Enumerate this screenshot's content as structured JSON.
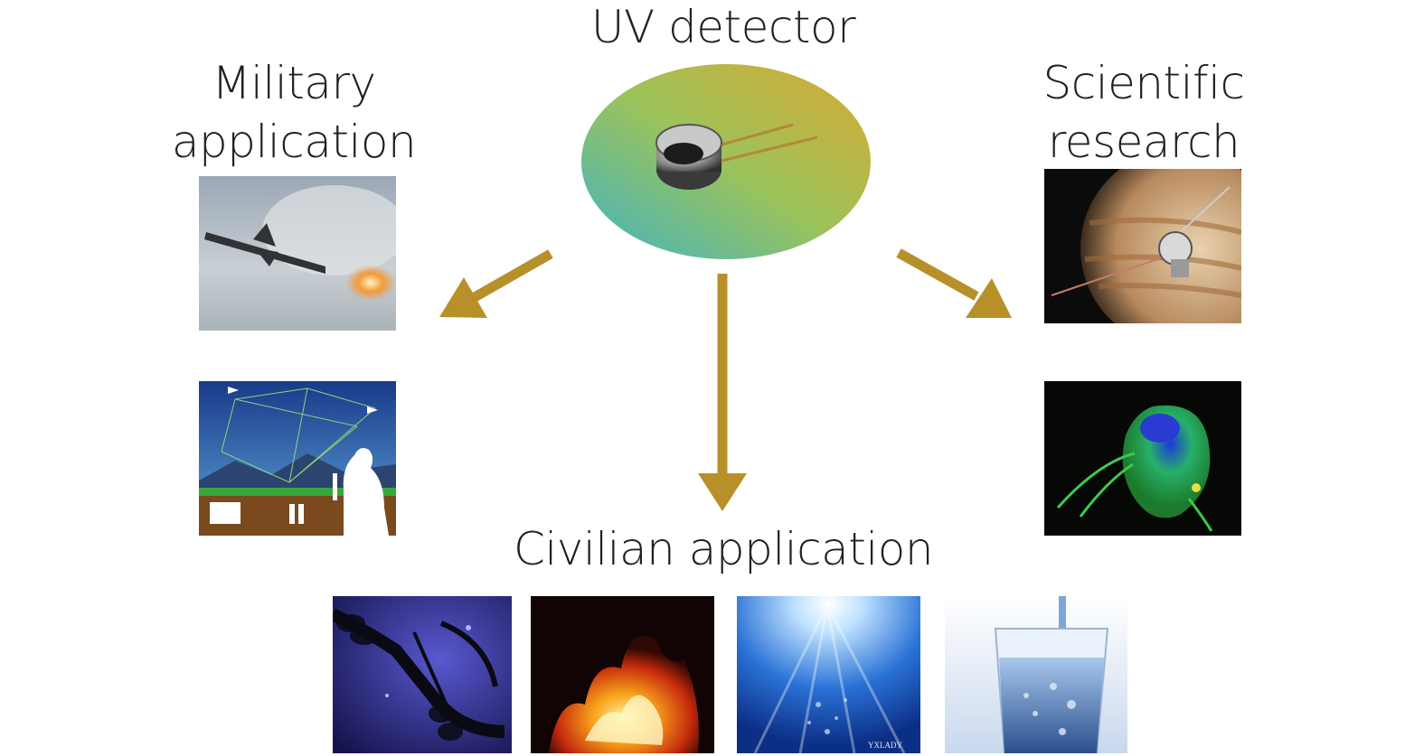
{
  "center": {
    "title": "UV detector"
  },
  "left": {
    "title_line1": "Military",
    "title_line2": "application"
  },
  "right": {
    "title_line1": "Scientific",
    "title_line2": "research"
  },
  "bottom": {
    "title": "Civilian application"
  },
  "colors": {
    "arrow": "#b8902a",
    "ellipse_gradient": [
      "#d8a832",
      "#9cc35a",
      "#3fb3c4"
    ]
  },
  "icons": {
    "center": "photodetector-photo",
    "military": [
      "missile-launch-photo",
      "battlefield-network-photo"
    ],
    "science": [
      "space-probe-jupiter-photo",
      "fluorescent-organism-photo"
    ],
    "civilian": [
      "power-line-corona-photo",
      "fire-flame-photo",
      "sunlight-underwater-photo",
      "water-glass-photo"
    ]
  },
  "watermark": "YXLADY"
}
